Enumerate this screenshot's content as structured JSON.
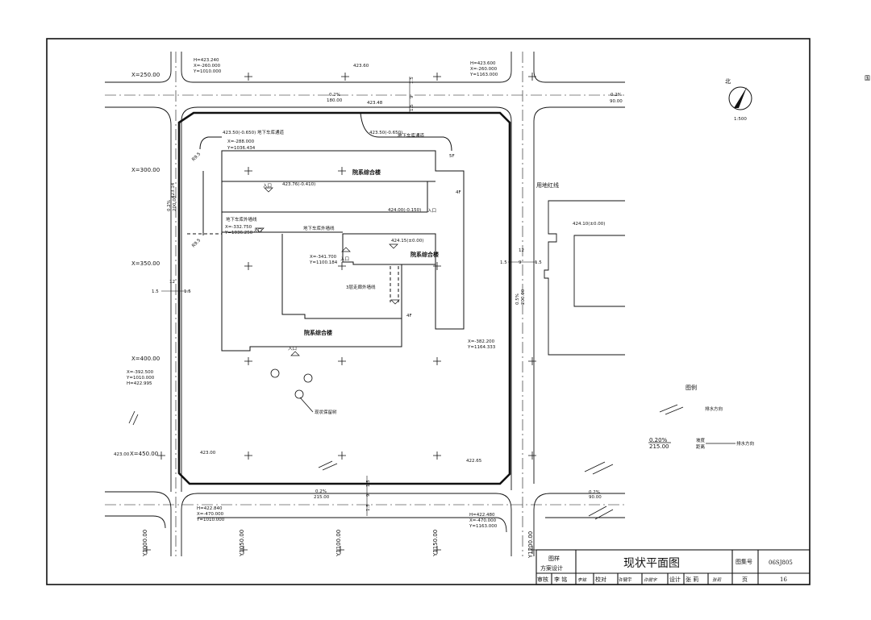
{
  "drawing": {
    "title": "现状平面图",
    "scale": "1:500",
    "north": "北",
    "edge_mark": "国"
  },
  "title_block": {
    "type_line1": "图样",
    "type_line2": "方案设计",
    "atlas_label": "图集号",
    "atlas_no": "06SJ805",
    "page_label": "页",
    "page_no": "16",
    "review_label": "审核",
    "review_name": "李 铭",
    "review_sig": "李铭",
    "check_label": "校对",
    "check_name": "许健宇",
    "check_sig": "许健宇",
    "design_label": "设计",
    "design_name": "张 莉",
    "design_sig": "张莉"
  },
  "grid_x": [
    "X=250.00",
    "X=300.00",
    "X=350.00",
    "X=400.00",
    "X=450.00"
  ],
  "grid_x_extra": "423.00",
  "grid_y": [
    "Y1000.00",
    "Y1050.00",
    "Y1100.00",
    "Y1150.00",
    "Y1200.00"
  ],
  "corners": {
    "nw": [
      "H=423.240",
      "X=-260.000",
      "Y=1010.000"
    ],
    "ne": [
      "H=423.600",
      "X=-260.000",
      "Y=1163.000"
    ],
    "sw": [
      "H=422.840",
      "X=-470.000",
      "Y=1010.000"
    ],
    "se": [
      "H=422.480",
      "X=-470.000",
      "Y=1163.000"
    ],
    "w": [
      "X=-392.500",
      "Y=1010.000",
      "H=422.995"
    ]
  },
  "road": {
    "north_slope": "0.2%",
    "north_len": "180.00",
    "ne_slope": "0.2%",
    "ne_len": "90.00",
    "south_slope": "0.2%",
    "south_len": "215.00",
    "se_slope": "0.2%",
    "se_len": "90.00",
    "west_slope": "0.2%",
    "west_len": "200.00",
    "east_slope": "0.5%",
    "east_len": "200.00",
    "dim_15": "1.5",
    "dim_9": "9",
    "dim_12": "12"
  },
  "elevations": {
    "top_center": "423.60",
    "top_inner": "423.48",
    "west_side": "423.14",
    "sw_inner": "423.00",
    "se_inner": "422.65",
    "east_bldg": "424.10(±0.00)"
  },
  "labels": {
    "ramp1": "地下车库通道",
    "ramp1_elev": "423.50(-0.650)",
    "ramp1_xy": [
      "X=-288.000",
      "Y=1036.434"
    ],
    "ramp2": "地下车库通道",
    "ramp2_elev": "423.50(-0.650)",
    "building_name": "院系综合楼",
    "entry": "入口",
    "entry1_elev": "423.76(-0.410)",
    "entry2_elev": "424.00(-0.150)",
    "center_elev": "424.15(±0.00)",
    "center_xy": [
      "X=-341.700",
      "Y=1100.184"
    ],
    "basement_line_w": "地下车库外墙线",
    "basement_xy": [
      "X=-332.750",
      "Y=1036.250"
    ],
    "basement_line_c": "地下车库外墙线",
    "floor3_line": "3层走廊外墙线",
    "floors_5": "5F",
    "floors_4a": "4F",
    "floors_4b": "4F",
    "se_xy": [
      "X=-382.200",
      "Y=1164.333"
    ],
    "redline": "用地红线",
    "tree_note": "现状保留树",
    "radius": "R9.5"
  },
  "legend": {
    "title": "图例",
    "drain": "排水方向",
    "slope_val": "0.20%",
    "dist_val": "215.00",
    "slope_label": "坡度",
    "dist_label": "距离",
    "drain2": "排水方向"
  }
}
